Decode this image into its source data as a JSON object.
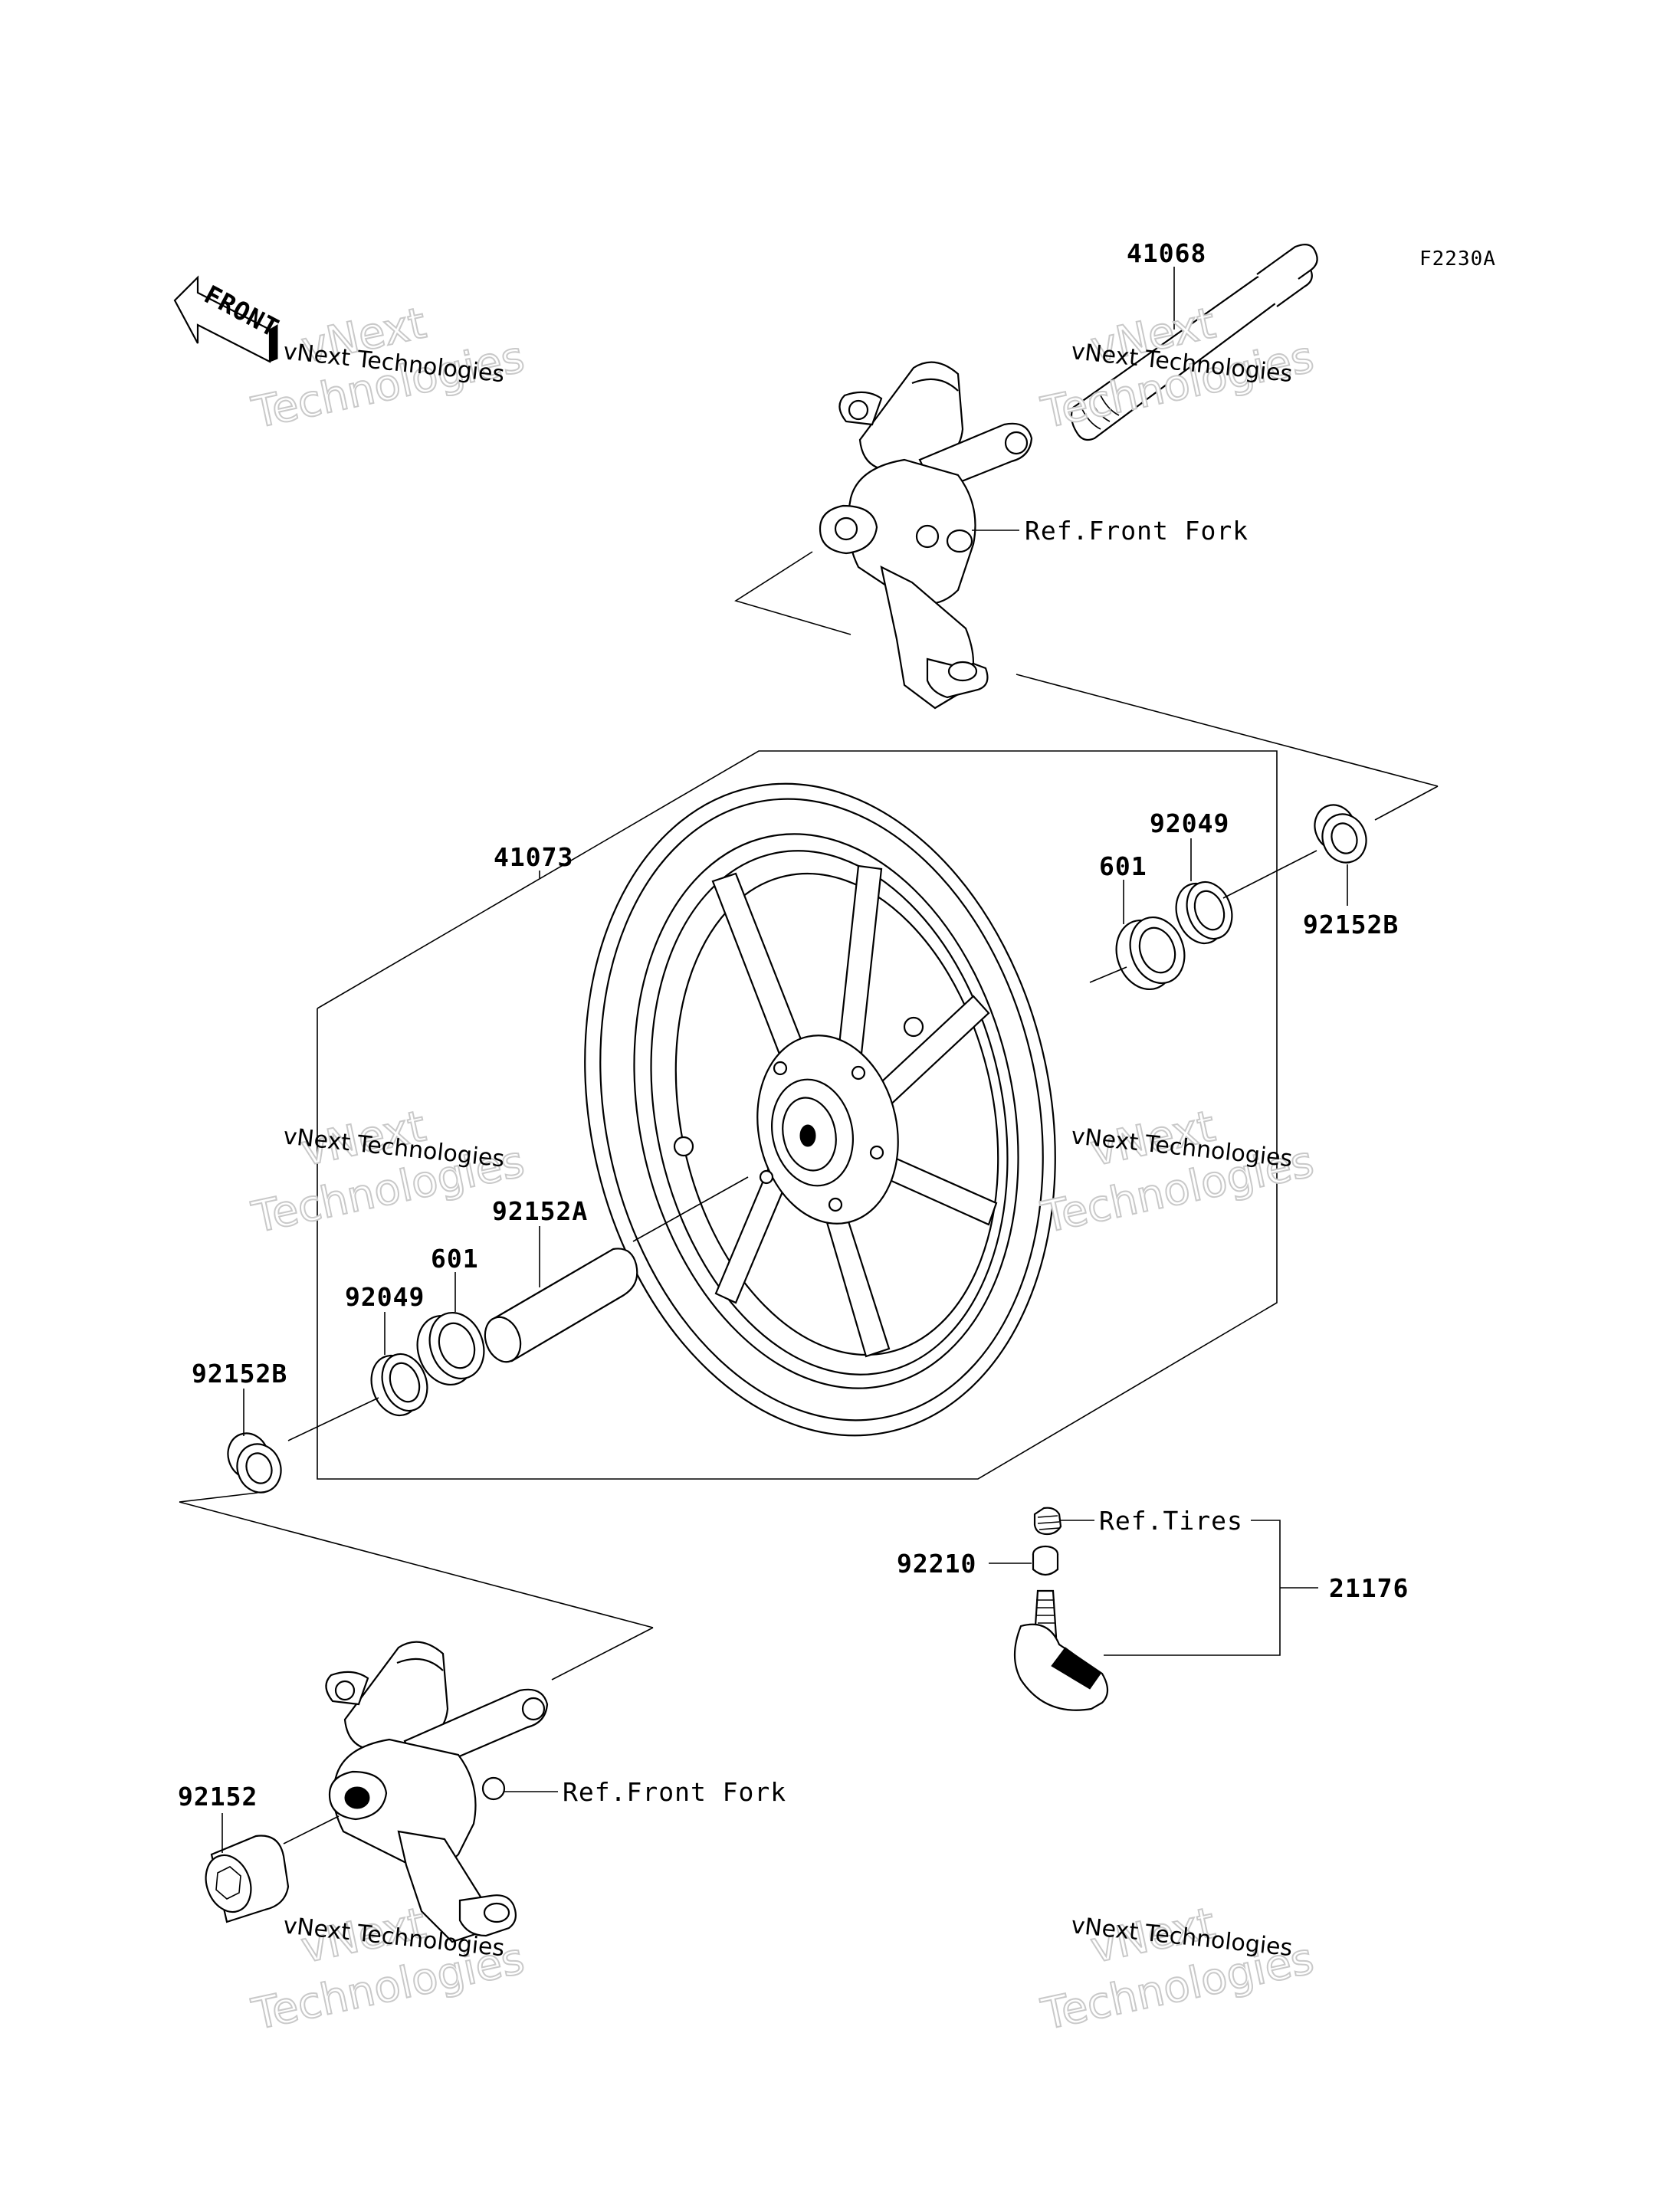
{
  "figure_code": "F2230A",
  "front_arrow": "FRONT",
  "part_numbers": {
    "axle": "41068",
    "wheel": "41073",
    "seal_right": "92049",
    "bearing_right": "601",
    "collar_right": "92152B",
    "spacer": "92152A",
    "bearing_left": "601",
    "seal_left": "92049",
    "collar_left": "92152B",
    "valve_cap": "92210",
    "valve_assembly": "21176",
    "collar_fork": "92152"
  },
  "references": {
    "front_fork_upper": "Ref.Front Fork",
    "tires": "Ref.Tires",
    "front_fork_lower": "Ref.Front Fork"
  },
  "watermark": {
    "company": "vNext Technologies",
    "brand_line1": "vNext",
    "brand_line2": "Technologies"
  }
}
